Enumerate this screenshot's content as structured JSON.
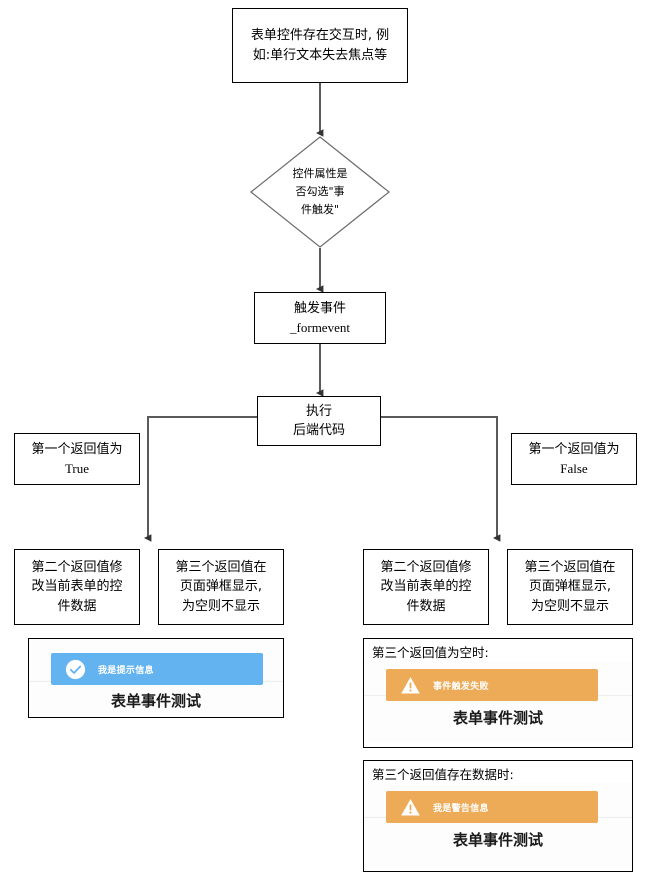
{
  "diagram": {
    "title_node": {
      "lines": [
        "表单控件存在交互时, 例",
        "如:单行文本失去焦点等"
      ]
    },
    "decision_node": {
      "lines": [
        "控件属性是",
        "否勾选\"事",
        "件触发\""
      ]
    },
    "trigger_node": {
      "lines": [
        "触发事件",
        "_formevent"
      ]
    },
    "execute_node": {
      "lines": [
        "执行",
        "后端代码"
      ]
    },
    "branch_true": {
      "lines": [
        "第一个返回值为",
        "True"
      ]
    },
    "branch_false": {
      "lines": [
        "第一个返回值为",
        "False"
      ]
    },
    "true_second_return": {
      "lines": [
        "第二个返回值修",
        "改当前表单的控",
        "件数据"
      ]
    },
    "true_third_return": {
      "lines": [
        "第三个返回值在",
        "页面弹框显示,",
        "为空则不显示"
      ]
    },
    "false_second_return": {
      "lines": [
        "第二个返回值修",
        "改当前表单的控",
        "件数据"
      ]
    },
    "false_third_return": {
      "lines": [
        "第三个返回值在",
        "页面弹框显示,",
        "为空则不显示"
      ]
    }
  },
  "screenshots": {
    "success_demo": {
      "caption": "",
      "toast_message": "我是提示信息",
      "toast_icon": "check-circle-icon",
      "toast_color": "#63b3f0",
      "page_title": "表单事件测试"
    },
    "empty_third_demo": {
      "caption": "第三个返回值为空时:",
      "toast_message": "事件触发失败",
      "toast_icon": "warning-triangle-icon",
      "toast_color": "#edab58",
      "page_title": "表单事件测试"
    },
    "data_third_demo": {
      "caption": "第三个返回值存在数据时:",
      "toast_message": "我是警告信息",
      "toast_icon": "warning-triangle-icon",
      "toast_color": "#edab58",
      "page_title": "表单事件测试"
    }
  },
  "colors": {
    "connector": "#5a5a5a",
    "node_border": "#000000",
    "diamond_border": "#6b6b6b",
    "success": "#63b3f0",
    "warning": "#edab58"
  }
}
